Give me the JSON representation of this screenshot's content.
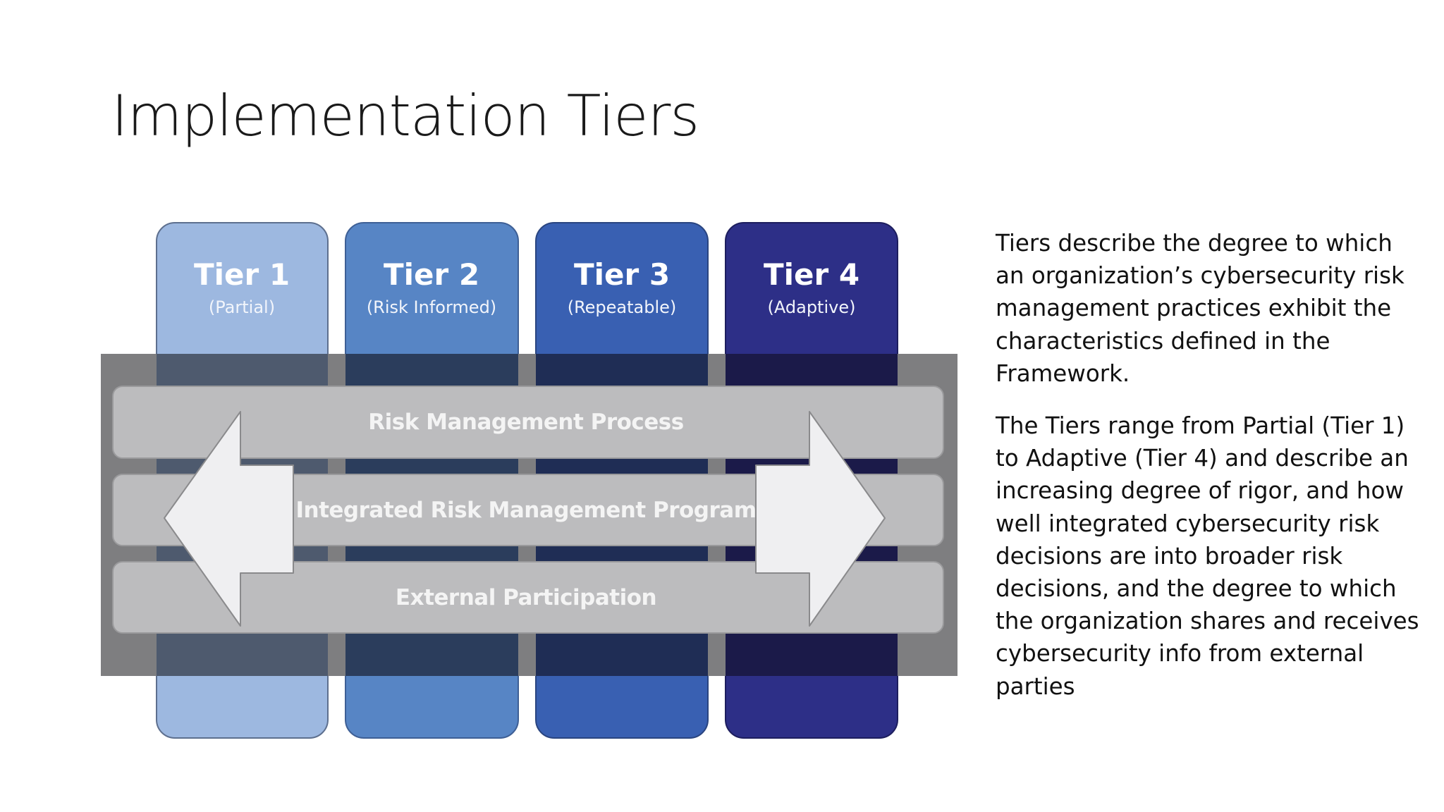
{
  "slide": {
    "title": "Implementation Tiers"
  },
  "diagram": {
    "tiers": [
      {
        "name": "Tier 1",
        "subtitle": "(Partial)",
        "color": "#9db8e0",
        "overlay_color": "#4e5a6e"
      },
      {
        "name": "Tier 2",
        "subtitle": "(Risk Informed)",
        "color": "#5785c5",
        "overlay_color": "#2b3d5c"
      },
      {
        "name": "Tier 3",
        "subtitle": "(Repeatable)",
        "color": "#3960b2",
        "overlay_color": "#1f2d55"
      },
      {
        "name": "Tier 4",
        "subtitle": "(Adaptive)",
        "color": "#2d2f87",
        "overlay_color": "#1b1a49"
      }
    ],
    "bands": [
      {
        "label": "Risk Management Process"
      },
      {
        "label": "Integrated Risk Management Program"
      },
      {
        "label": "External Participation"
      }
    ],
    "colors": {
      "backdrop": "#7e7e80",
      "band_fill": "#bcbcbe",
      "band_text": "#f4f4f4",
      "arrow_fill": "#efeff1",
      "arrow_stroke": "#8a8a8c"
    }
  },
  "description": {
    "paragraphs": [
      "Tiers describe the degree to which an organization’s cybersecurity risk management practices exhibit the characteristics defined in the Framework.",
      "The Tiers range from Partial (Tier 1) to Adaptive (Tier 4) and describe an increasing degree of rigor, and how well integrated cybersecurity risk decisions are into broader risk decisions, and the degree to which the organization shares and receives cybersecurity info from external parties"
    ]
  }
}
